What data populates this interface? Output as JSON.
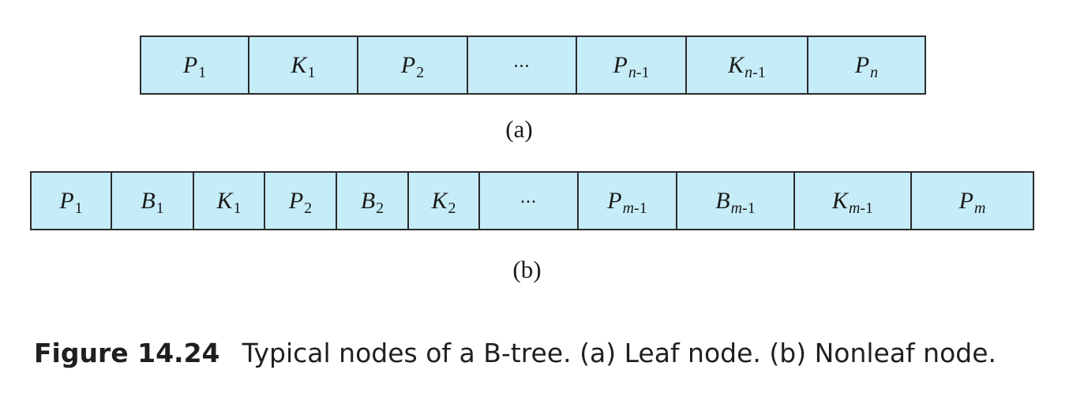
{
  "diagram": {
    "leaf_node": {
      "cells": [
        {
          "sym": "P",
          "sub": "1",
          "sub_it": ""
        },
        {
          "sym": "K",
          "sub": "1",
          "sub_it": ""
        },
        {
          "sym": "P",
          "sub": "2",
          "sub_it": ""
        },
        {
          "dots": "..."
        },
        {
          "sym": "P",
          "sub": "-1",
          "sub_it": "n"
        },
        {
          "sym": "K",
          "sub": "-1",
          "sub_it": "n"
        },
        {
          "sym": "P",
          "sub": "",
          "sub_it": "n"
        }
      ],
      "label": "(a)"
    },
    "nonleaf_node": {
      "cells": [
        {
          "sym": "P",
          "sub": "1",
          "sub_it": ""
        },
        {
          "sym": "B",
          "sub": "1",
          "sub_it": ""
        },
        {
          "sym": "K",
          "sub": "1",
          "sub_it": ""
        },
        {
          "sym": "P",
          "sub": "2",
          "sub_it": ""
        },
        {
          "sym": "B",
          "sub": "2",
          "sub_it": ""
        },
        {
          "sym": "K",
          "sub": "2",
          "sub_it": ""
        },
        {
          "dots": "..."
        },
        {
          "sym": "P",
          "sub": "-1",
          "sub_it": "m"
        },
        {
          "sym": "B",
          "sub": "-1",
          "sub_it": "m"
        },
        {
          "sym": "K",
          "sub": "-1",
          "sub_it": "m"
        },
        {
          "sym": "P",
          "sub": "",
          "sub_it": "m"
        }
      ],
      "label": "(b)"
    }
  },
  "caption": {
    "figure_number": "Figure 14.24",
    "text": "Typical nodes of a B-tree. (a) Leaf node. (b) Nonleaf node."
  },
  "colors": {
    "cell_fill": "#c6ecf8",
    "border": "#2b2b2b"
  }
}
